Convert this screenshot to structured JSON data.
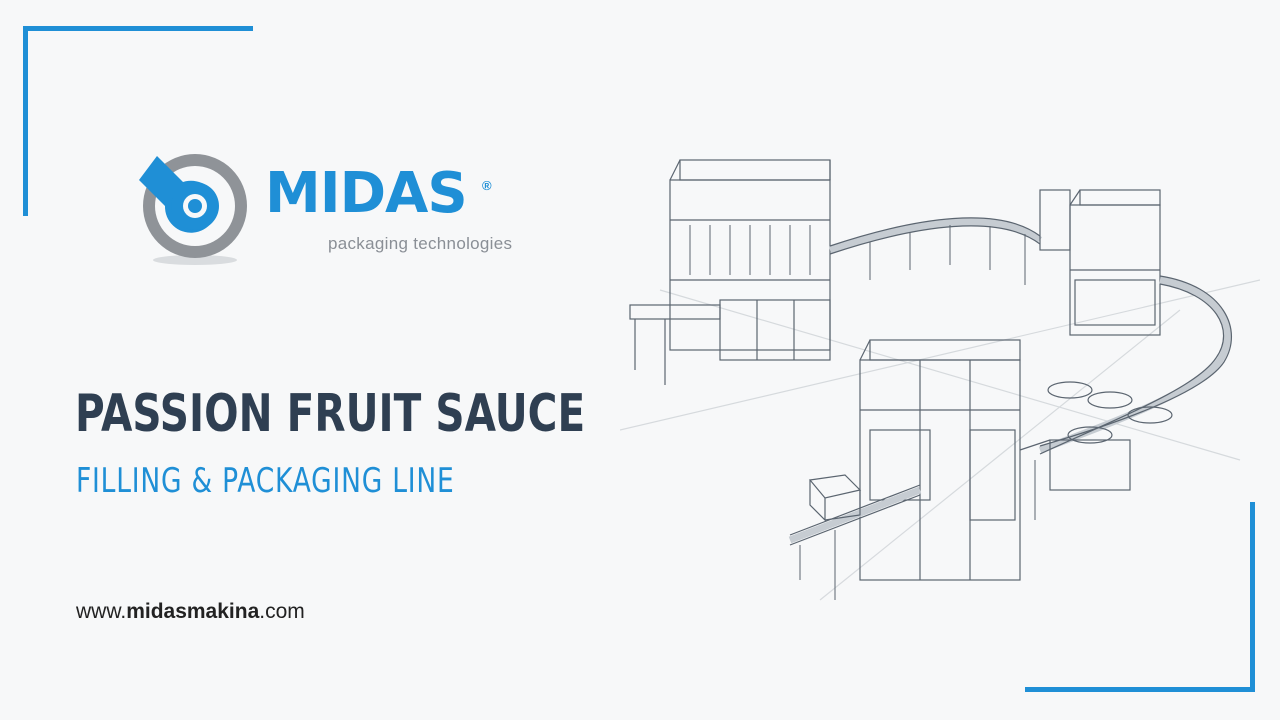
{
  "brand": {
    "name": "MIDAS",
    "registered_mark": "®",
    "tagline": "packaging technologies",
    "primary_color": "#1f8fd6",
    "logo_gray": "#8f9398"
  },
  "headline": {
    "title": "PASSION FRUIT SAUCE",
    "subtitle": "FILLING & PACKAGING LINE",
    "title_color": "#2f3f52"
  },
  "website": {
    "prefix": "www.",
    "domain": "midasmakina",
    "suffix": ".com"
  },
  "illustration": {
    "icon": "packaging-line-sketch-icon"
  }
}
